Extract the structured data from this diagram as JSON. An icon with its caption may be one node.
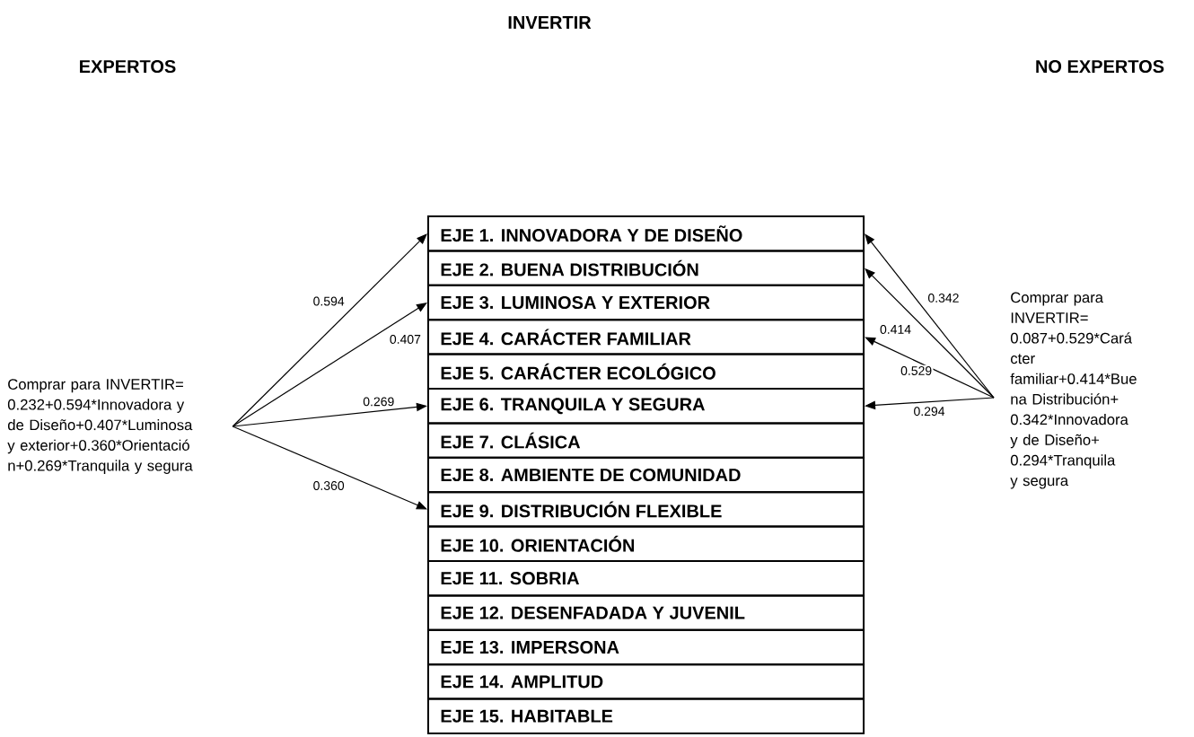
{
  "diagram": {
    "title": "INVERTIR",
    "nodes": [
      {
        "text": [
          "Comprar para INVERTIR= 0.232+0.594*Innovadora y de Diseño+0.407*Luminosa y exterior+0.360*Orientació n+0.269*Tranquila y segura"
        ]
      },
      {
        "text": [
          "EJE 1. INNOVADORA Y DE DISEÑO"
        ]
      },
      {
        "text": [
          "EJE 2. BUENA DISTRIBUCIÓN"
        ]
      },
      {
        "text": [
          "EJE 3. LUMINOSA Y EXTERIOR"
        ]
      },
      {
        "text": [
          "EJE 4. CARÁCTER FAMILIAR"
        ]
      },
      {
        "text": [
          "EJE 5. CARÁCTER ECOLÓGICO"
        ]
      },
      {
        "text": [
          "EJE 6. TRANQUILA Y SEGURA"
        ]
      },
      {
        "text": [
          "EJE 7. CLÁSICA"
        ]
      },
      {
        "text": [
          "EJE 8. AMBIENTE DE COMUNIDAD"
        ]
      },
      {
        "text": [
          "EJE 9. DISTRIBUCIÓN FLEXIBLE"
        ]
      },
      {
        "text": [
          "EJE 10. ORIENTACIÓN"
        ]
      },
      {
        "text": [
          "EJE 11. SOBRIA"
        ]
      },
      {
        "text": [
          "EJE 12. DESENFADADA  Y JUVENIL"
        ]
      },
      {
        "text": [
          "EJE 13. IMPERSONA"
        ]
      },
      {
        "text": [
          "EJE 14. AMPLITUD"
        ]
      },
      {
        "text": [
          "EJE 15. HABITABLE"
        ]
      },
      {
        "text": [
          "Comprar para INVERTIR= 0.087+0.529*Cará cter familiar+0.414*Bue na Distribución+ 0.342*Innovadora y de Diseño+ 0.294*Tranquila y segura"
        ]
      }
    ],
    "edges": [
      {
        "from": 0,
        "to": 1,
        "arrow": "to",
        "label": "0.594"
      },
      {
        "from": 0,
        "to": 3,
        "arrow": "to",
        "label": "0.407"
      },
      {
        "from": 0,
        "to": 6,
        "arrow": "to",
        "label": "0.269"
      },
      {
        "from": 0,
        "to": 9,
        "arrow": "to",
        "label": "0.360"
      },
      {
        "from": 16,
        "to": 1,
        "arrow": "to",
        "label": "0.342"
      },
      {
        "from": 16,
        "to": 2,
        "arrow": "to",
        "label": "0.414"
      },
      {
        "from": 16,
        "to": 4,
        "arrow": "to",
        "label": "0.529"
      },
      {
        "from": 16,
        "to": 6,
        "arrow": "to",
        "label": "0.294"
      }
    ],
    "labels": [
      "EXPERTOS",
      "NO EXPERTOS"
    ]
  }
}
